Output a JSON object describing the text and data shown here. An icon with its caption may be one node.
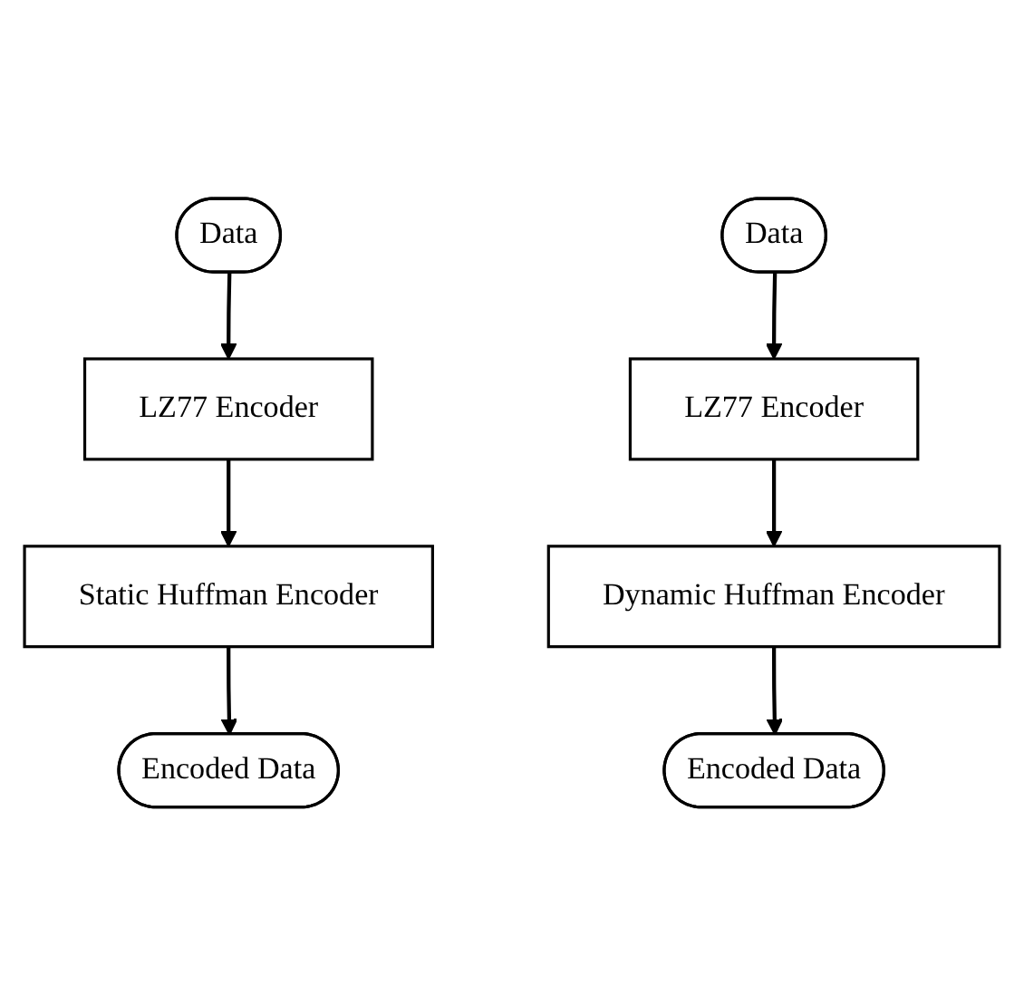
{
  "diagram": {
    "nodes": [
      {
        "text": [
          "Data"
        ]
      },
      {
        "text": [
          "LZ77 Encoder"
        ]
      },
      {
        "text": [
          "Static Huffman Encoder"
        ]
      },
      {
        "text": [
          "Encoded Data"
        ]
      },
      {
        "text": [
          "Data"
        ]
      },
      {
        "text": [
          "LZ77 Encoder"
        ]
      },
      {
        "text": [
          "Dynamic Huffman Encoder"
        ]
      },
      {
        "text": [
          "Encoded Data"
        ]
      }
    ],
    "edges": [
      {
        "from": 0,
        "to": 1,
        "arrow": "to"
      },
      {
        "from": 1,
        "to": 2,
        "arrow": "to"
      },
      {
        "from": 2,
        "to": 3,
        "arrow": "to"
      },
      {
        "from": 4,
        "to": 5,
        "arrow": "to"
      },
      {
        "from": 5,
        "to": 6,
        "arrow": "to"
      },
      {
        "from": 6,
        "to": 7,
        "arrow": "to"
      }
    ]
  }
}
